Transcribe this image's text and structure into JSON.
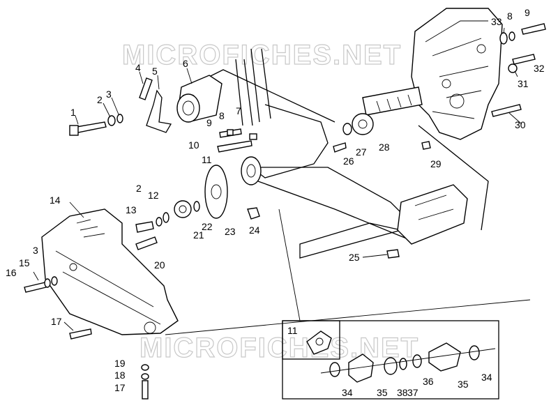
{
  "watermark": "MICROFICHES.NET",
  "callouts": {
    "c1": "1",
    "c2a": "2",
    "c3a": "3",
    "c4": "4",
    "c5": "5",
    "c6": "6",
    "c7": "7",
    "c8a": "8",
    "c9a": "9",
    "c10": "10",
    "c11a": "11",
    "c2b": "2",
    "c12": "12",
    "c13": "13",
    "c14": "14",
    "c3b": "3",
    "c15": "15",
    "c16": "16",
    "c17a": "17",
    "c18": "18",
    "c17b": "17",
    "c19": "19",
    "c20": "20",
    "c21": "21",
    "c22": "22",
    "c23": "23",
    "c24": "24",
    "c25": "25",
    "c26": "26",
    "c27": "27",
    "c28": "28",
    "c29": "29",
    "c30": "30",
    "c31": "31",
    "c32": "32",
    "c33": "33",
    "c8b": "8",
    "c9b": "9",
    "c11b": "11",
    "c34a": "34",
    "c35a": "35",
    "c38": "38",
    "c37": "37",
    "c36": "36",
    "c35b": "35",
    "c34b": "34"
  }
}
